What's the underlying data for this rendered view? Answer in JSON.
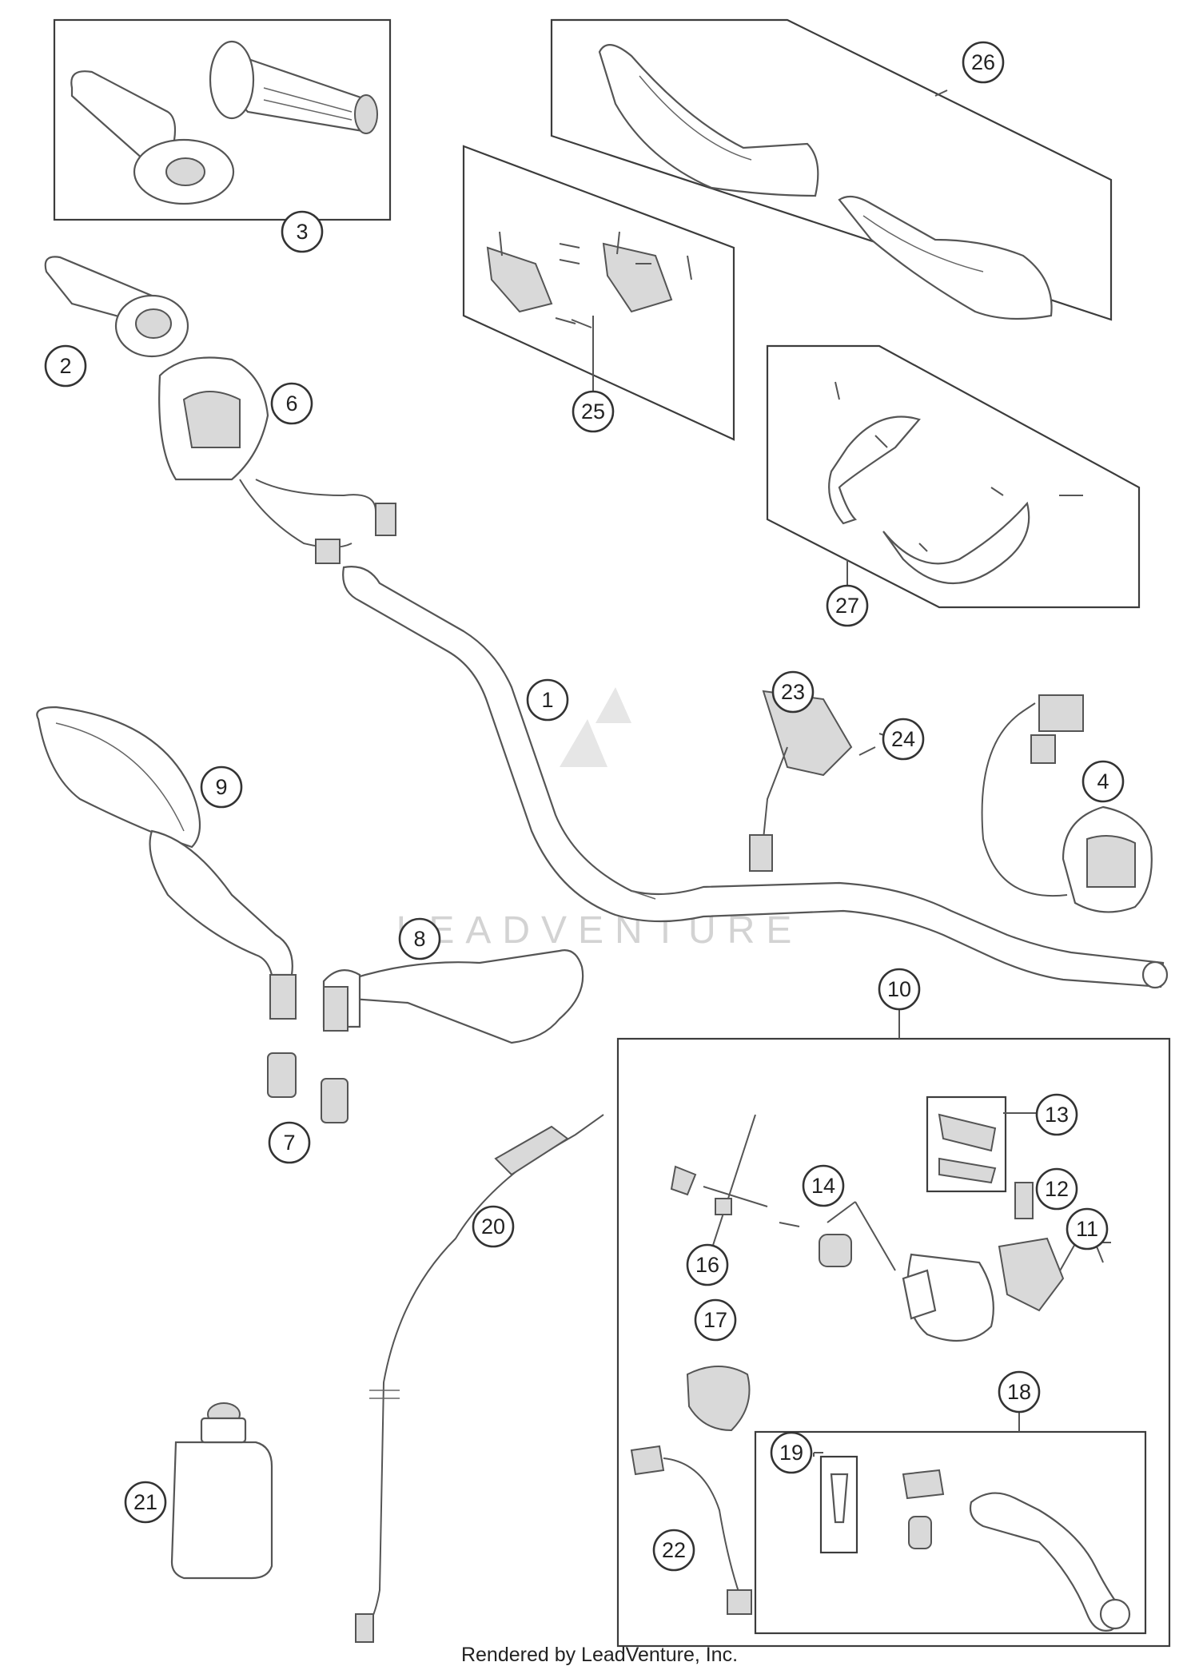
{
  "callouts": [
    "1",
    "2",
    "3",
    "4",
    "6",
    "7",
    "8",
    "9",
    "10",
    "11",
    "12",
    "13",
    "14",
    "16",
    "17",
    "18",
    "19",
    "20",
    "21",
    "22",
    "23",
    "24",
    "25",
    "26",
    "27"
  ],
  "watermark": {
    "text": "LEADVENTURE"
  },
  "footer": {
    "credit": "Rendered by LeadVenture, Inc."
  },
  "colors": {
    "line": "#555555",
    "fill": "#d9d9d9",
    "text": "#222222",
    "background": "#ffffff"
  }
}
